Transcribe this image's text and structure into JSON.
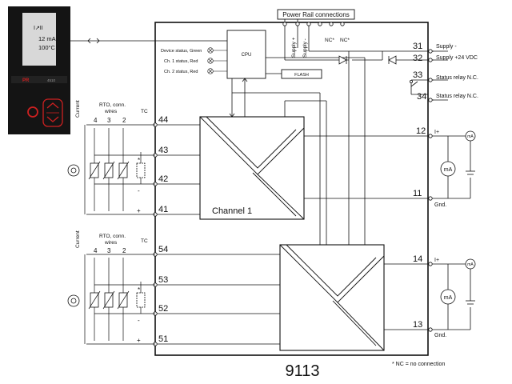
{
  "display": {
    "line1": "I↗II",
    "line2": "12 mA",
    "line3": "100°C",
    "brand": "PR",
    "model": "4510"
  },
  "power_rail": {
    "title": "Power Rail connections",
    "supply_plus": "Supply +",
    "supply_minus": "Supply -",
    "nc1": "NC*",
    "nc2": "NC*"
  },
  "cpu": {
    "label": "CPU",
    "flash": "FLASH",
    "status_device": "Device status, Green",
    "status_ch1": "Ch. 1 status, Red",
    "status_ch2": "Ch. 2 status, Red"
  },
  "supply_terminals": [
    {
      "num": "31",
      "label": "Supply -"
    },
    {
      "num": "32",
      "label": "Supply +24 VDC"
    },
    {
      "num": "33",
      "label": "Status relay N.C."
    },
    {
      "num": "34",
      "label": "Status relay N.C."
    }
  ],
  "channel1": {
    "name": "Channel 1",
    "inputs": [
      "44",
      "43",
      "42",
      "41"
    ],
    "out_plus_num": "12",
    "out_plus_label": "I+",
    "out_gnd_num": "11",
    "out_gnd_label": "Gnd."
  },
  "channel2": {
    "inputs": [
      "54",
      "53",
      "52",
      "51"
    ],
    "out_plus_num": "14",
    "out_plus_label": "I+",
    "out_gnd_num": "13",
    "out_gnd_label": "Gnd."
  },
  "input_labels": {
    "current": "Current",
    "rtd_line1": "RTO, conn.",
    "rtd_line2": "wires",
    "wires4": "4",
    "wires3": "3",
    "wires2": "2",
    "tc": "TC"
  },
  "meters": {
    "ma": "mA"
  },
  "model_number": "9113",
  "footnote": "* NC = no connection"
}
